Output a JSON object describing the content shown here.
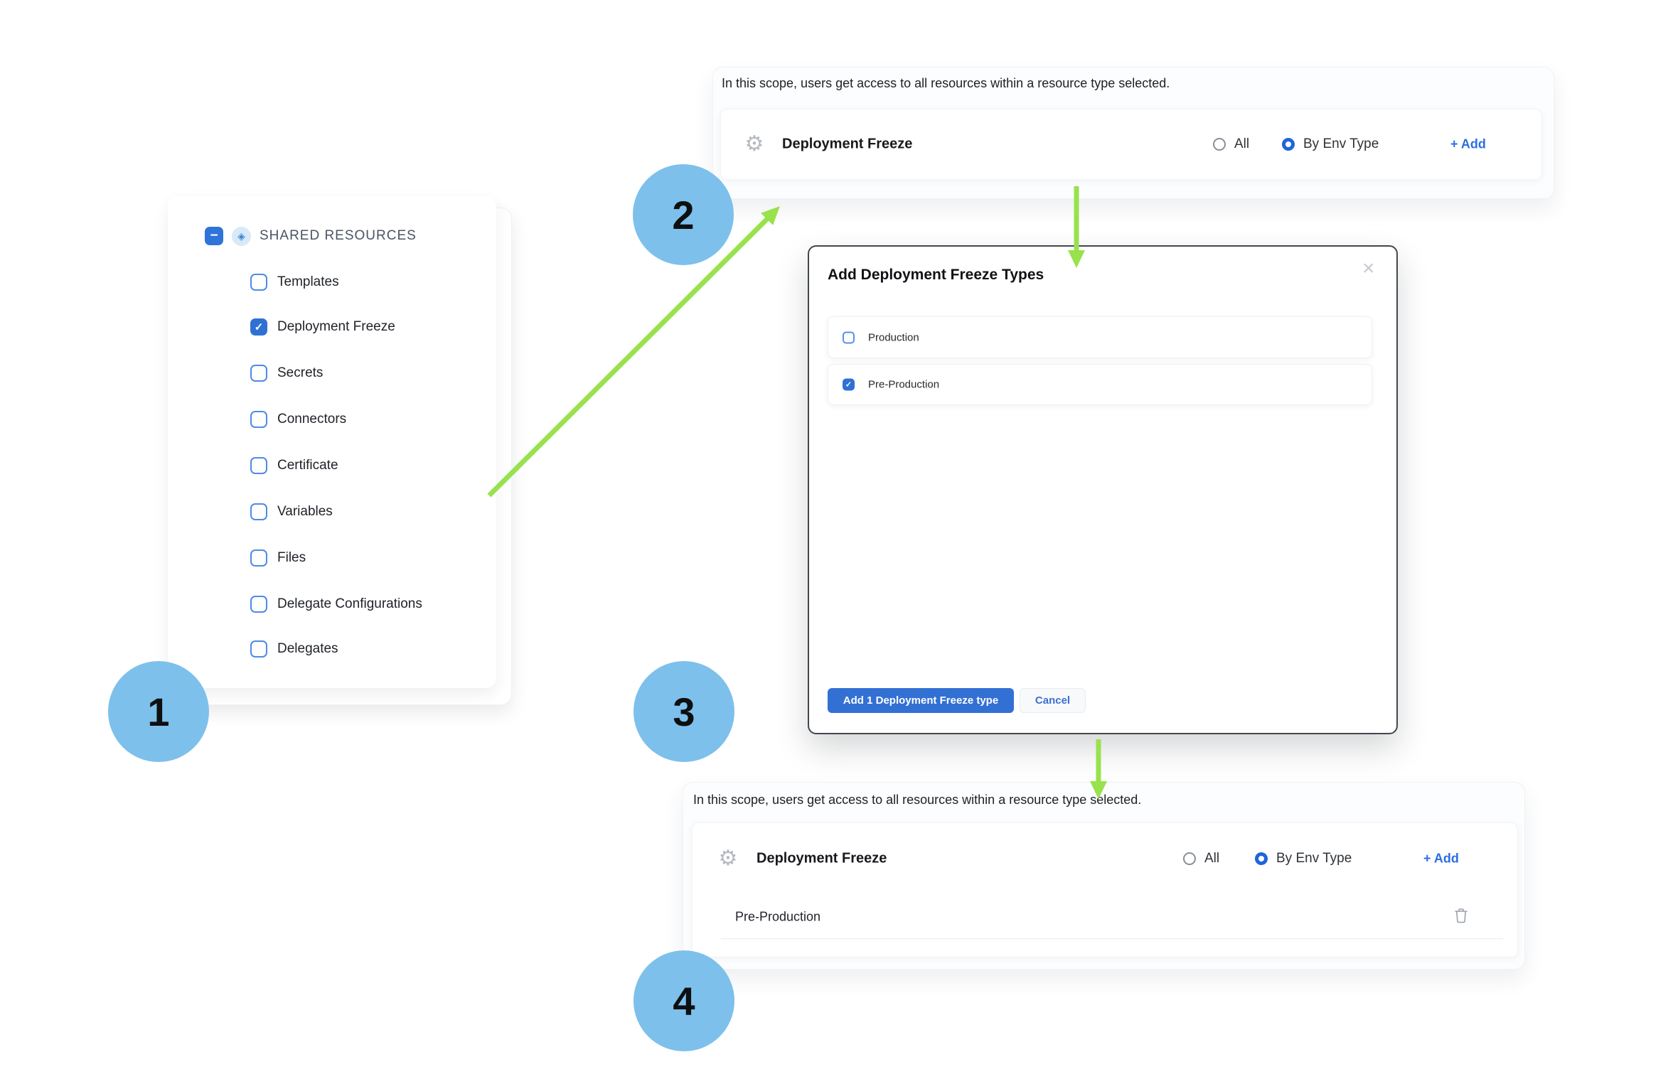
{
  "steps": [
    "1",
    "2",
    "3",
    "4"
  ],
  "icons": {
    "check": "✓",
    "minus": "−",
    "close": "×",
    "diamond": "◈",
    "gear": "⚙"
  },
  "colors": {
    "accent_blue": "#2e71d3",
    "link_blue": "#2b6ee2",
    "badge_blue": "#7dc0eb",
    "arrow_green": "#98e24d"
  },
  "scope_panel": {
    "description": "In this scope, users get access to all resources within a resource type selected.",
    "resource_label": "Deployment Freeze",
    "radio_all": "All",
    "radio_by_env": "By Env Type",
    "add_label": "+ Add"
  },
  "shared_resources": {
    "header": "SHARED RESOURCES",
    "items": [
      {
        "label": "Templates",
        "checked": false
      },
      {
        "label": "Deployment Freeze",
        "checked": true
      },
      {
        "label": "Secrets",
        "checked": false
      },
      {
        "label": "Connectors",
        "checked": false
      },
      {
        "label": "Certificate",
        "checked": false
      },
      {
        "label": "Variables",
        "checked": false
      },
      {
        "label": "Files",
        "checked": false
      },
      {
        "label": "Delegate Configurations",
        "checked": false
      },
      {
        "label": "Delegates",
        "checked": false
      }
    ]
  },
  "modal": {
    "title": "Add Deployment Freeze Types",
    "options": [
      {
        "label": "Production",
        "checked": false
      },
      {
        "label": "Pre-Production",
        "checked": true
      }
    ],
    "primary_button": "Add 1 Deployment Freeze type",
    "cancel_button": "Cancel"
  },
  "result_panel": {
    "selected_type": "Pre-Production"
  }
}
